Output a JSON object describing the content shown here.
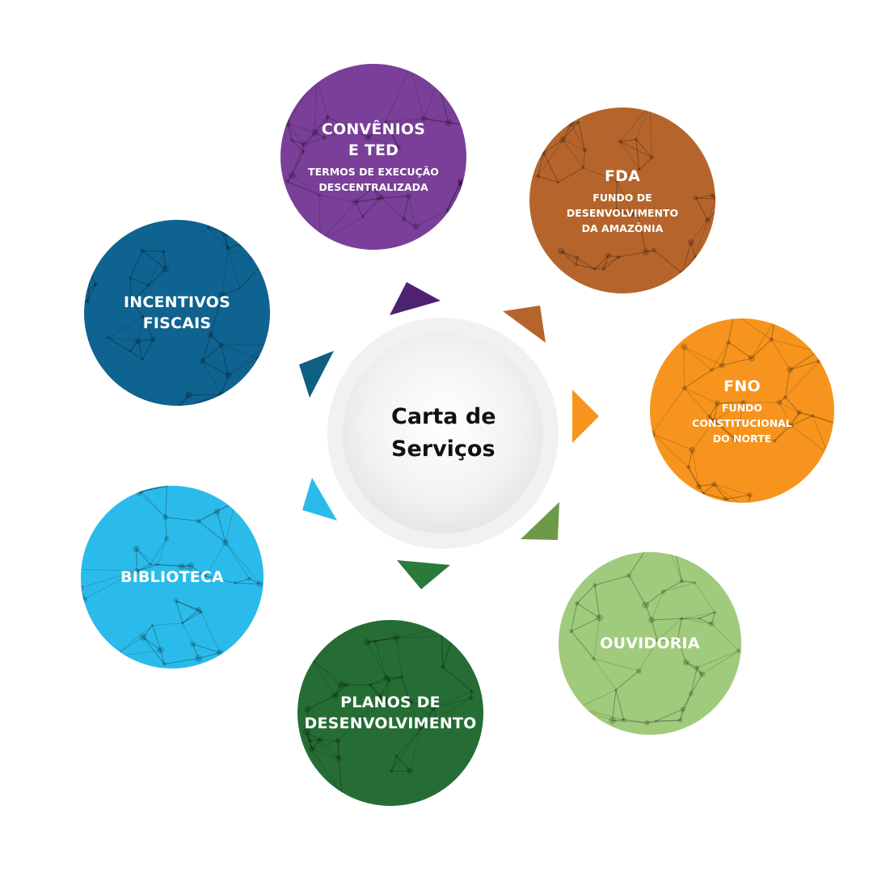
{
  "center": {
    "lines": [
      "Carta de",
      "Serviços"
    ]
  },
  "nodes": [
    {
      "id": "convenios",
      "title": [
        "CONVÊNIOS",
        "E TED"
      ],
      "subtitle": [
        "TERMOS DE EXECUÇÃO",
        "DESCENTRALIZADA"
      ],
      "color": "#7a3f98",
      "arrow_color": "#4d2270"
    },
    {
      "id": "fda",
      "title": [
        "FDA"
      ],
      "subtitle": [
        "FUNDO DE",
        "DESENVOLVIMENTO",
        "DA AMAZÔNIA"
      ],
      "color": "#b5652c",
      "arrow_color": "#b5652c"
    },
    {
      "id": "fno",
      "title": [
        "FNO"
      ],
      "subtitle": [
        "FUNDO",
        "CONSTITUCIONAL",
        "DO NORTE"
      ],
      "color": "#f7941d",
      "arrow_color": "#f7941d"
    },
    {
      "id": "ouvidoria",
      "title": [
        "OUVIDORIA"
      ],
      "subtitle": [],
      "color": "#a1cb7c",
      "arrow_color": "#6d9a48"
    },
    {
      "id": "planos",
      "title": [
        "PLANOS DE",
        "DESENVOLVIMENTO"
      ],
      "subtitle": [],
      "color": "#256d35",
      "arrow_color": "#2a7a3b"
    },
    {
      "id": "biblioteca",
      "title": [
        "BIBLIOTECA"
      ],
      "subtitle": [],
      "color": "#2bbbea",
      "arrow_color": "#2bbbea"
    },
    {
      "id": "incentivos",
      "title": [
        "INCENTIVOS",
        "FISCAIS"
      ],
      "subtitle": [],
      "color": "#0f6390",
      "arrow_color": "#0f5f82"
    }
  ]
}
